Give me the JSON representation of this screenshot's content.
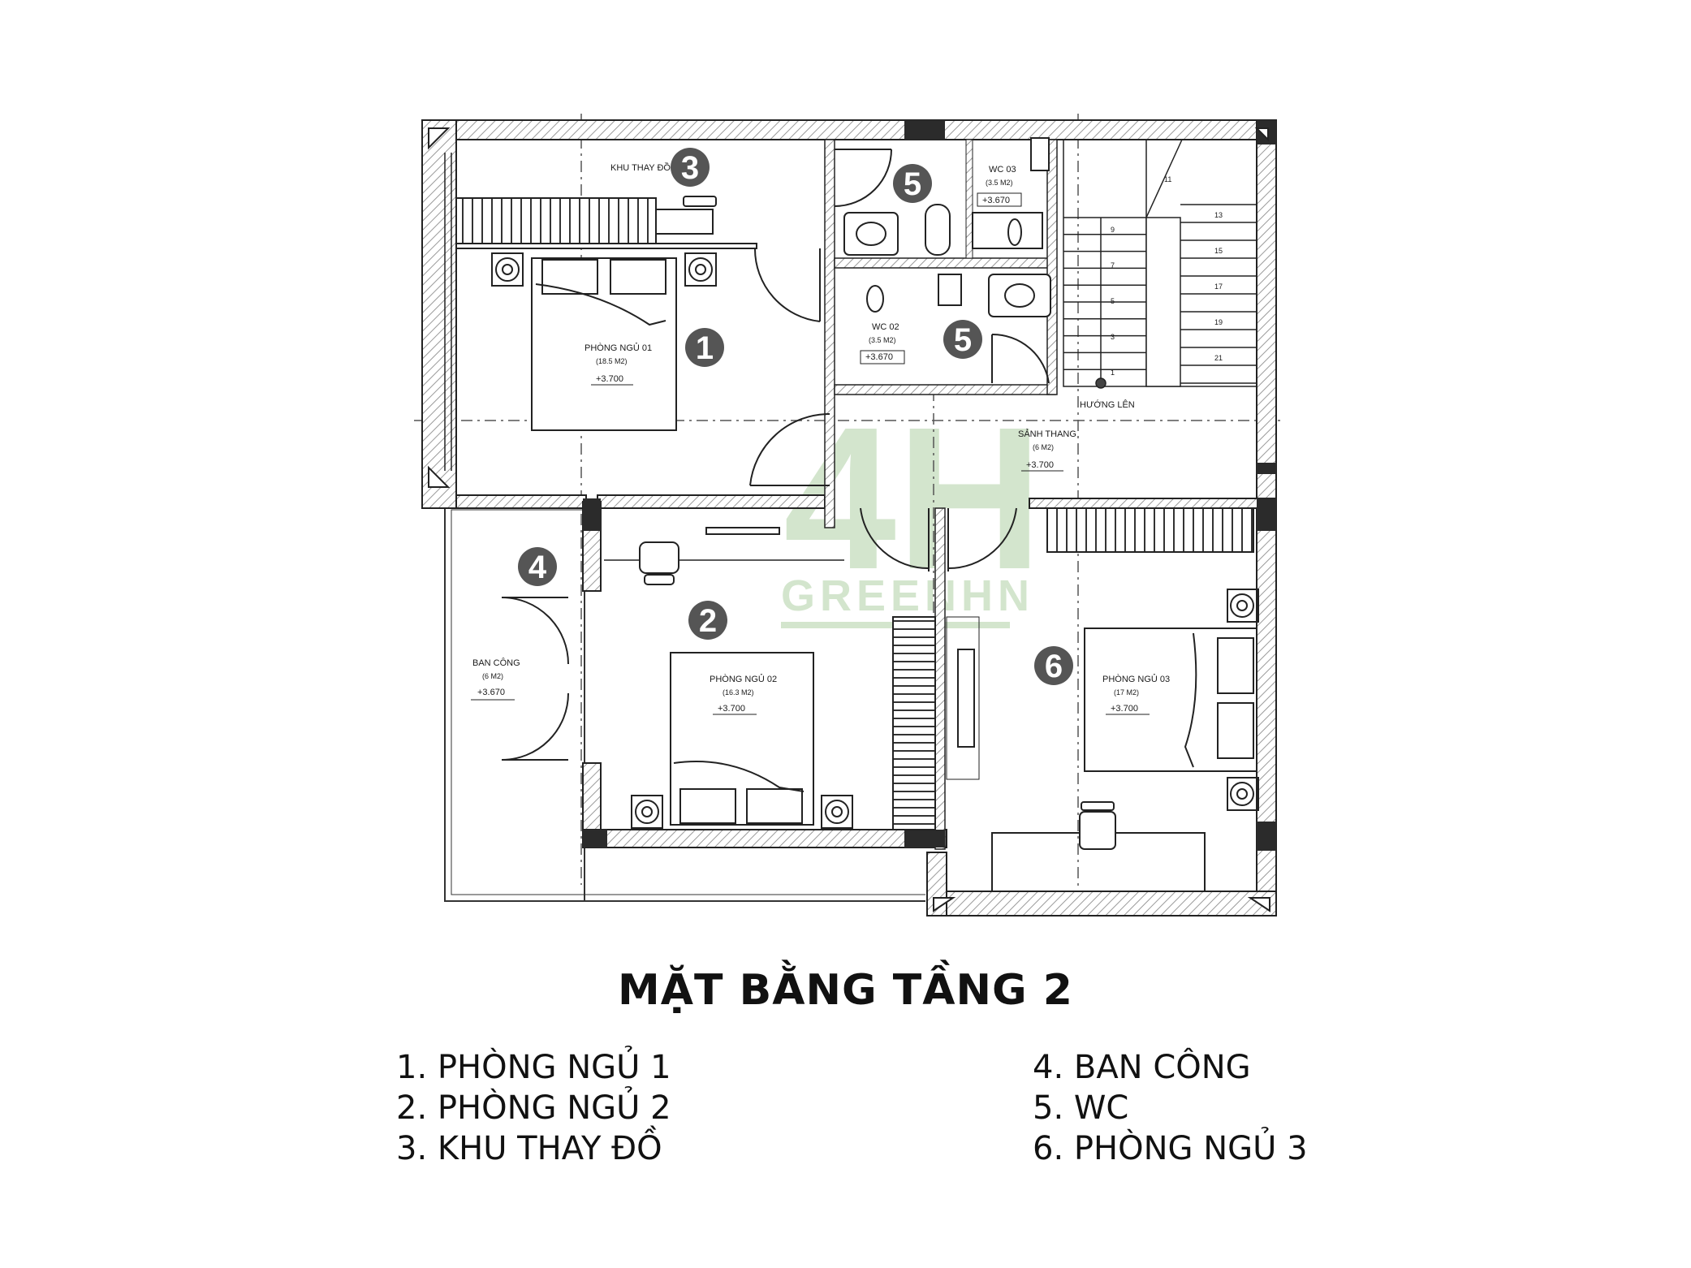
{
  "title": "MẶT BẰNG TẦNG 2",
  "legend_left": [
    "1. PHÒNG NGỦ 1",
    "2. PHÒNG NGỦ 2",
    "3. KHU THAY ĐỒ"
  ],
  "legend_right": [
    "4. BAN CÔNG",
    "5. WC",
    "6. PHÒNG NGỦ 3"
  ],
  "watermark": {
    "logo": "4H",
    "text": "GREENHN"
  },
  "rooms": {
    "pn1": {
      "name": "PHÒNG NGỦ 01",
      "area": "(18.5 M2)",
      "level": "+3.700"
    },
    "pn2": {
      "name": "PHÒNG NGỦ 02",
      "area": "(16.3 M2)",
      "level": "+3.700"
    },
    "pn3": {
      "name": "PHÒNG NGỦ 03",
      "area": "(17 M2)",
      "level": "+3.700"
    },
    "wc2": {
      "name": "WC 02",
      "area": "(3.5 M2)",
      "level": "+3.670"
    },
    "wc3": {
      "name": "WC 03",
      "area": "(3.5 M2)",
      "level": "+3.670"
    },
    "bancong": {
      "name": "BAN CÔNG",
      "area": "(6 M2)",
      "level": "+3.670"
    },
    "sanh": {
      "name": "SẢNH THANG",
      "area": "(6 M2)",
      "level": "+3.700"
    },
    "khu": {
      "name": "KHU THAY ĐỒ"
    }
  },
  "stairs": {
    "direction": "HƯỚNG LÊN",
    "steps": [
      "1",
      "3",
      "5",
      "7",
      "9",
      "11",
      "13",
      "15",
      "17",
      "19",
      "21"
    ]
  },
  "markers": [
    "1",
    "2",
    "3",
    "4",
    "5",
    "5",
    "6"
  ]
}
